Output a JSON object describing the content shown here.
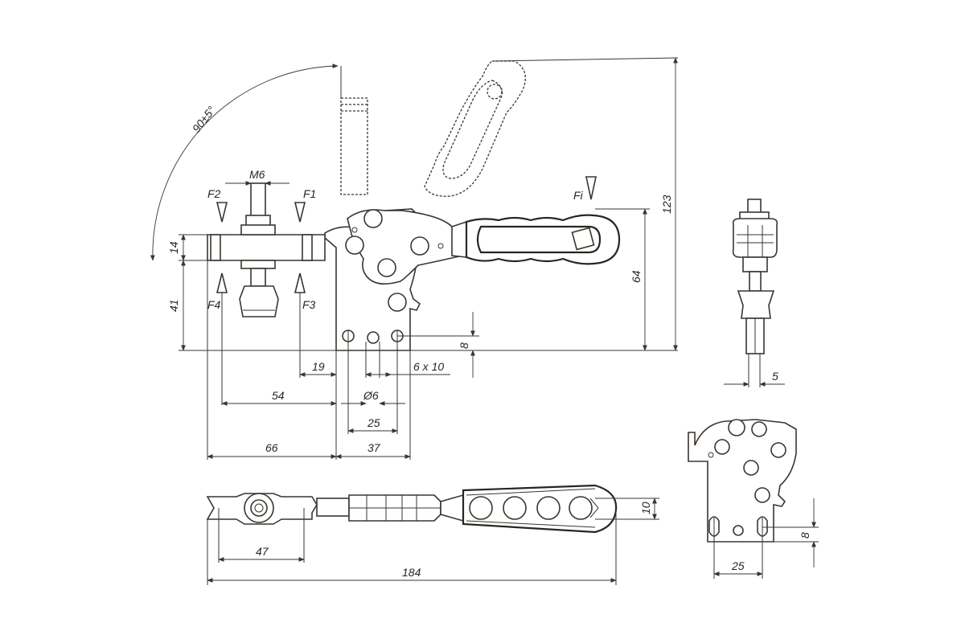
{
  "labels": {
    "angle": "90±5°",
    "thread": "M6",
    "force_f1": "F1",
    "force_f2": "F2",
    "force_f3": "F3",
    "force_f4": "F4",
    "force_fi": "Fi"
  },
  "dimensions": {
    "main_view": {
      "spindle_height": "14",
      "lower_height": "41",
      "base_to_spindle": "19",
      "span_54": "54",
      "span_66": "66",
      "span_37": "37",
      "hole_spacing": "25",
      "hole_diameter": "Ø6",
      "slot_size": "6 x 10",
      "base_offset": "8",
      "handle_height": "64",
      "total_height": "123"
    },
    "side_view": {
      "base_width": "5"
    },
    "top_view": {
      "spindle_offset": "47",
      "total_length": "184",
      "handle_width": "10"
    },
    "detail_view": {
      "hole_spacing": "25",
      "offset": "8"
    }
  },
  "colors": {
    "line": "#3a3530",
    "background": "#ffffff"
  }
}
